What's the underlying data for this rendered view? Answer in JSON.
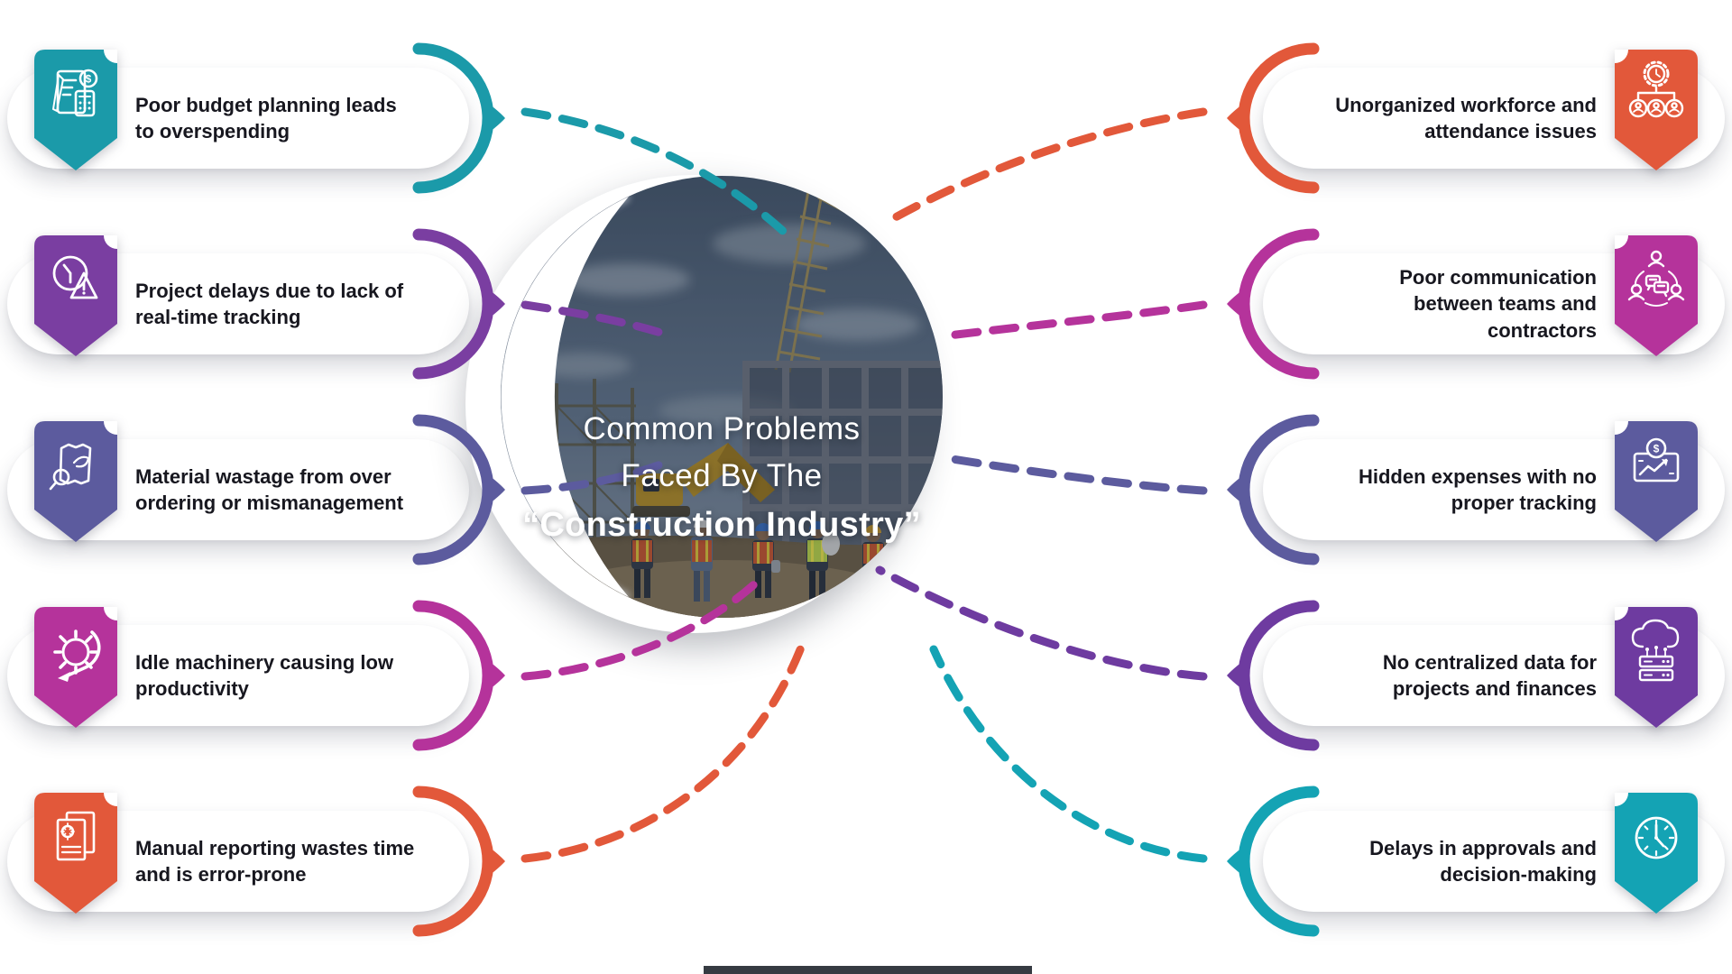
{
  "title": {
    "line1": "Common Problems",
    "line2": "Faced By The",
    "line3": "“Construction Industry”"
  },
  "left_items": [
    {
      "text": "Poor budget planning leads to overspending",
      "icon": "budget-calculator-icon",
      "color": "#1B9AA9"
    },
    {
      "text": "Project delays due to lack of real-time tracking",
      "icon": "delay-clock-icon",
      "color": "#7A3EA1"
    },
    {
      "text": "Material wastage from over ordering or mismanagement",
      "icon": "material-wastage-icon",
      "color": "#5C5B9E"
    },
    {
      "text": "Idle machinery causing low productivity",
      "icon": "idle-machinery-icon",
      "color": "#B5339B"
    },
    {
      "text": "Manual reporting wastes time and is error-prone",
      "icon": "manual-report-icon",
      "color": "#E2583A"
    }
  ],
  "right_items": [
    {
      "text": "Unorganized workforce and attendance issues",
      "icon": "workforce-icon",
      "color": "#E2583A"
    },
    {
      "text": "Poor communication between teams and contractors",
      "icon": "communication-icon",
      "color": "#B5339B"
    },
    {
      "text": "Hidden expenses with no proper tracking",
      "icon": "hidden-expenses-icon",
      "color": "#5C5B9E"
    },
    {
      "text": "No centralized data for projects and finances",
      "icon": "centralized-data-icon",
      "color": "#6E3BA0"
    },
    {
      "text": "Delays in approvals and decision-making",
      "icon": "approvals-clock-icon",
      "color": "#14A3B4"
    }
  ]
}
